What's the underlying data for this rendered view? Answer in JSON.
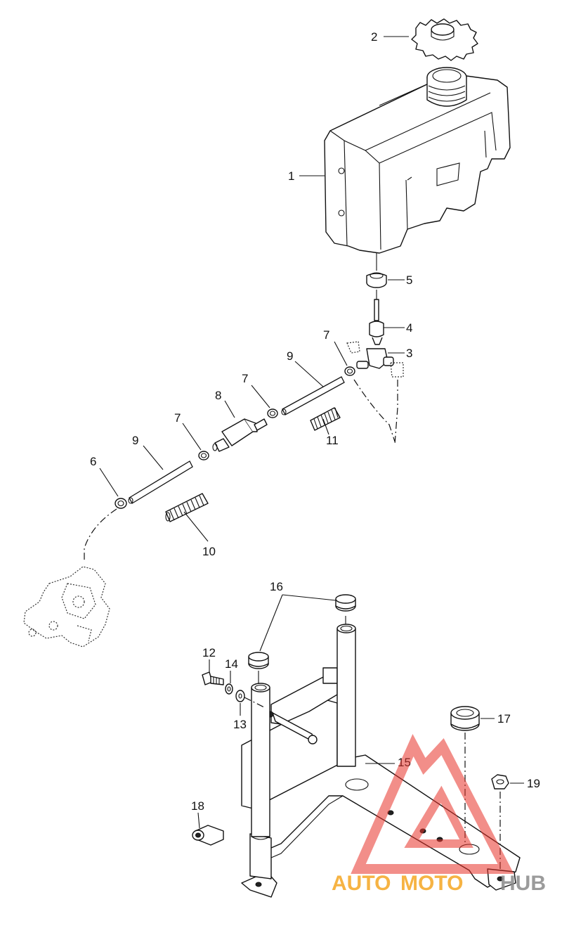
{
  "diagram": {
    "callouts": [
      {
        "id": "callout-1",
        "label": "1"
      },
      {
        "id": "callout-2",
        "label": "2"
      },
      {
        "id": "callout-3",
        "label": "3"
      },
      {
        "id": "callout-4",
        "label": "4"
      },
      {
        "id": "callout-5",
        "label": "5"
      },
      {
        "id": "callout-6",
        "label": "6"
      },
      {
        "id": "callout-7a",
        "label": "7"
      },
      {
        "id": "callout-7b",
        "label": "7"
      },
      {
        "id": "callout-7c",
        "label": "7"
      },
      {
        "id": "callout-8",
        "label": "8"
      },
      {
        "id": "callout-9a",
        "label": "9"
      },
      {
        "id": "callout-9b",
        "label": "9"
      },
      {
        "id": "callout-10",
        "label": "10"
      },
      {
        "id": "callout-11",
        "label": "11"
      },
      {
        "id": "callout-12",
        "label": "12"
      },
      {
        "id": "callout-13",
        "label": "13"
      },
      {
        "id": "callout-14",
        "label": "14"
      },
      {
        "id": "callout-15",
        "label": "15"
      },
      {
        "id": "callout-16",
        "label": "16"
      },
      {
        "id": "callout-17",
        "label": "17"
      },
      {
        "id": "callout-18",
        "label": "18"
      },
      {
        "id": "callout-19",
        "label": "19"
      }
    ]
  },
  "watermark": {
    "text_auto": "AUTO",
    "text_moto": "MOTO",
    "text_hub": "HUB",
    "colors": {
      "red": "#e8322a",
      "orange": "#f5a623",
      "gray": "#8a8a8a"
    }
  }
}
